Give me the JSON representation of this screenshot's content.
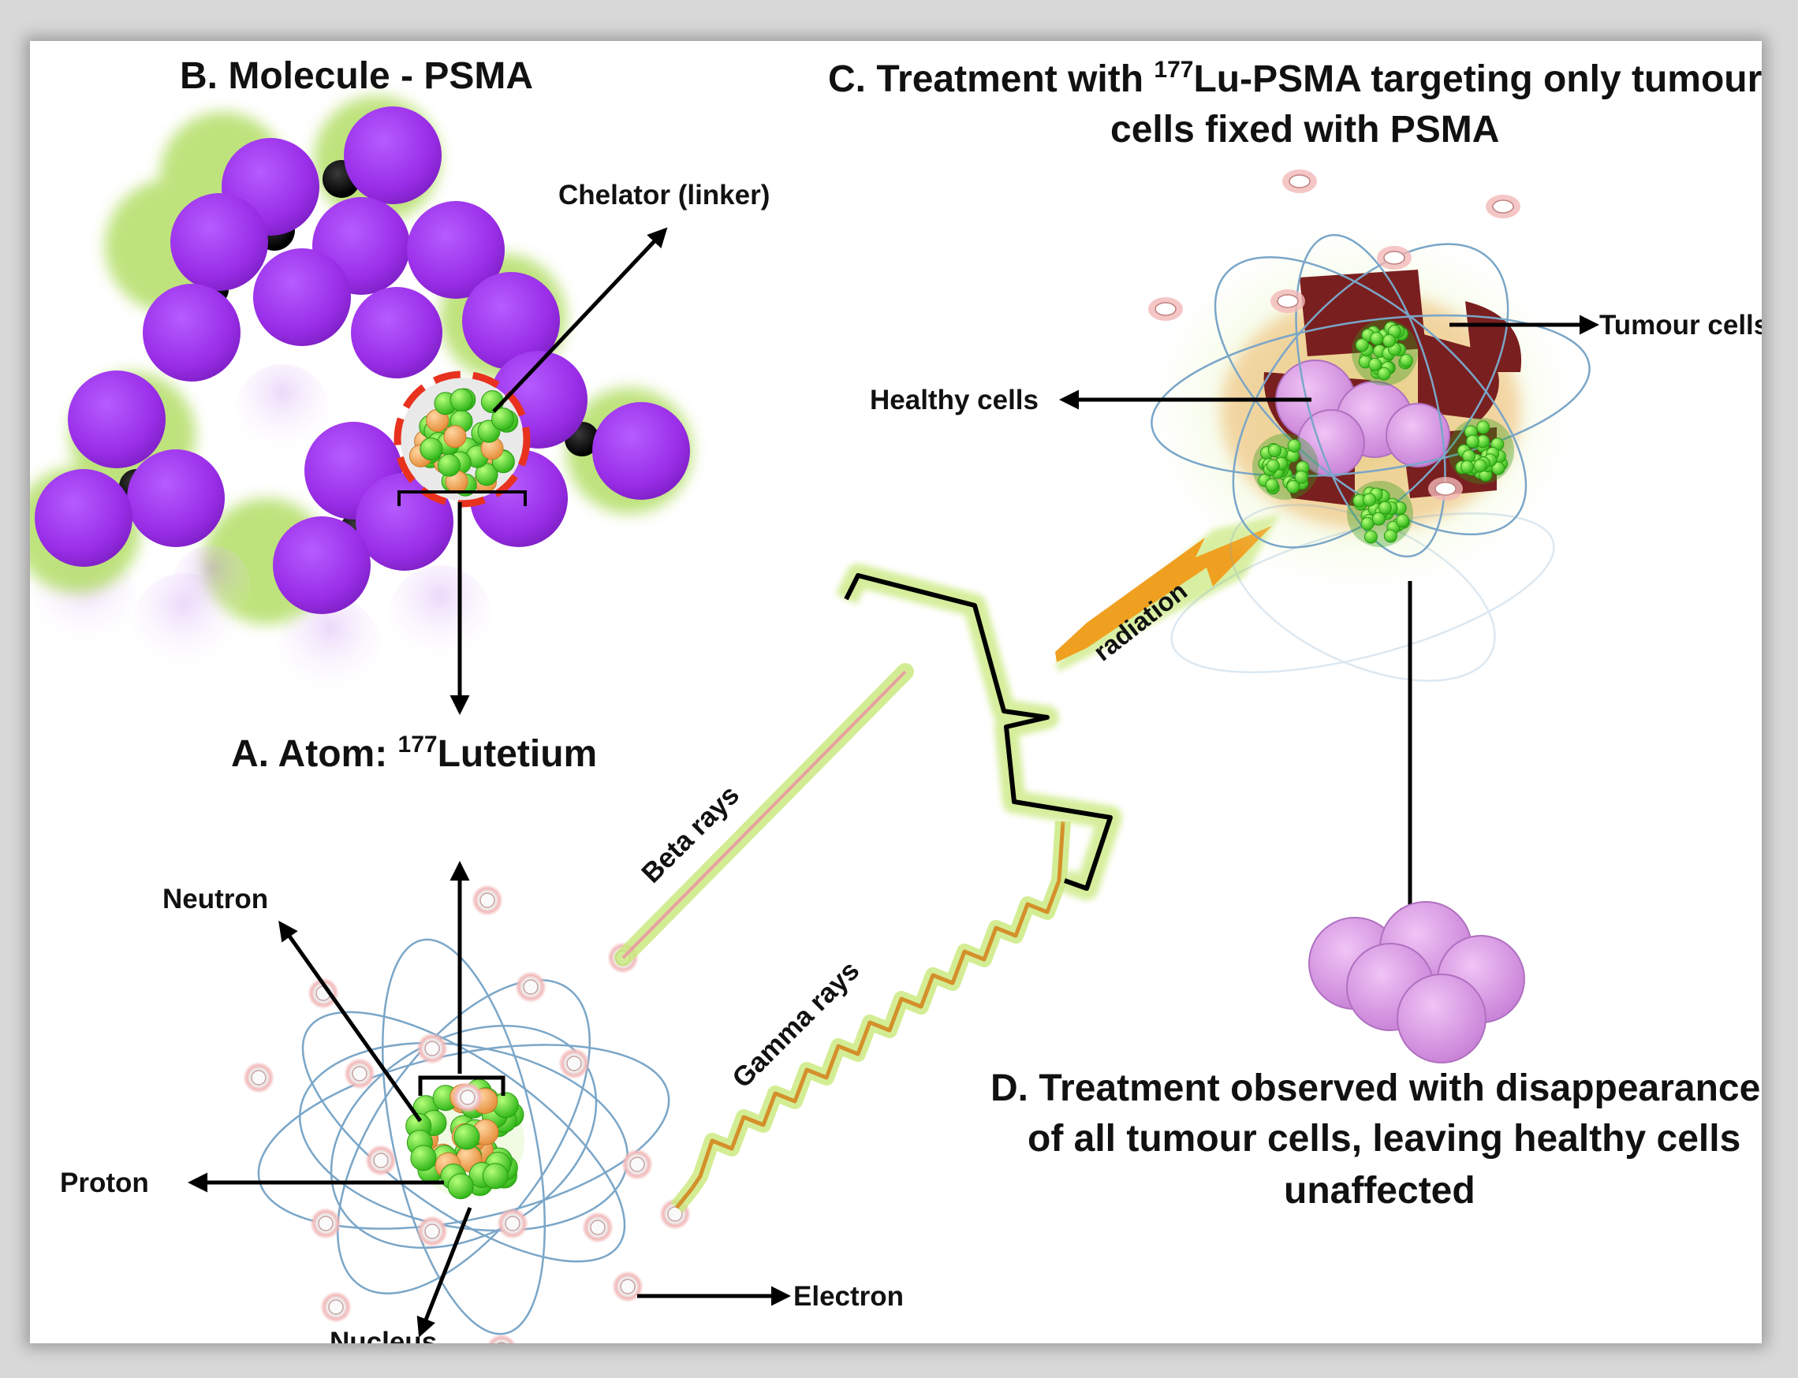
{
  "titles": {
    "molecule": "B. Molecule - PSMA",
    "treatment_line1_pre": "C. Treatment with ",
    "treatment_sup": "177",
    "treatment_line1_post": "Lu-PSMA targeting only tumour",
    "treatment_line2": "cells fixed with PSMA",
    "atom_pre": "A. Atom: ",
    "atom_sup": "177",
    "atom_post": "Lutetium",
    "result_line1": "D. Treatment observed with disappearance",
    "result_line2": "of all tumour cells, leaving healthy cells",
    "result_line3": "unaffected"
  },
  "labels": {
    "chelator": "Chelator (linker)",
    "tumour_cells": "Tumour cells",
    "healthy_cells": "Healthy cells",
    "radiation": "radiation",
    "beta_rays": "Beta rays",
    "gamma_rays": "Gamma rays",
    "neutron": "Neutron",
    "proton": "Proton",
    "nucleus": "Nucleus",
    "electron": "Electron"
  },
  "colors": {
    "psma_sphere": "#9a2ee8",
    "nucleon_green": "#4ccf2a",
    "nucleon_orange": "#f0a65a",
    "chelator_ring": "#e8321e",
    "healthy_cell": "#d99be0",
    "tumour_cell": "#7a1f1f",
    "glow": "#c8e87a",
    "radiation_shape": "#f0a020",
    "orbit": "#7aa6c8"
  }
}
